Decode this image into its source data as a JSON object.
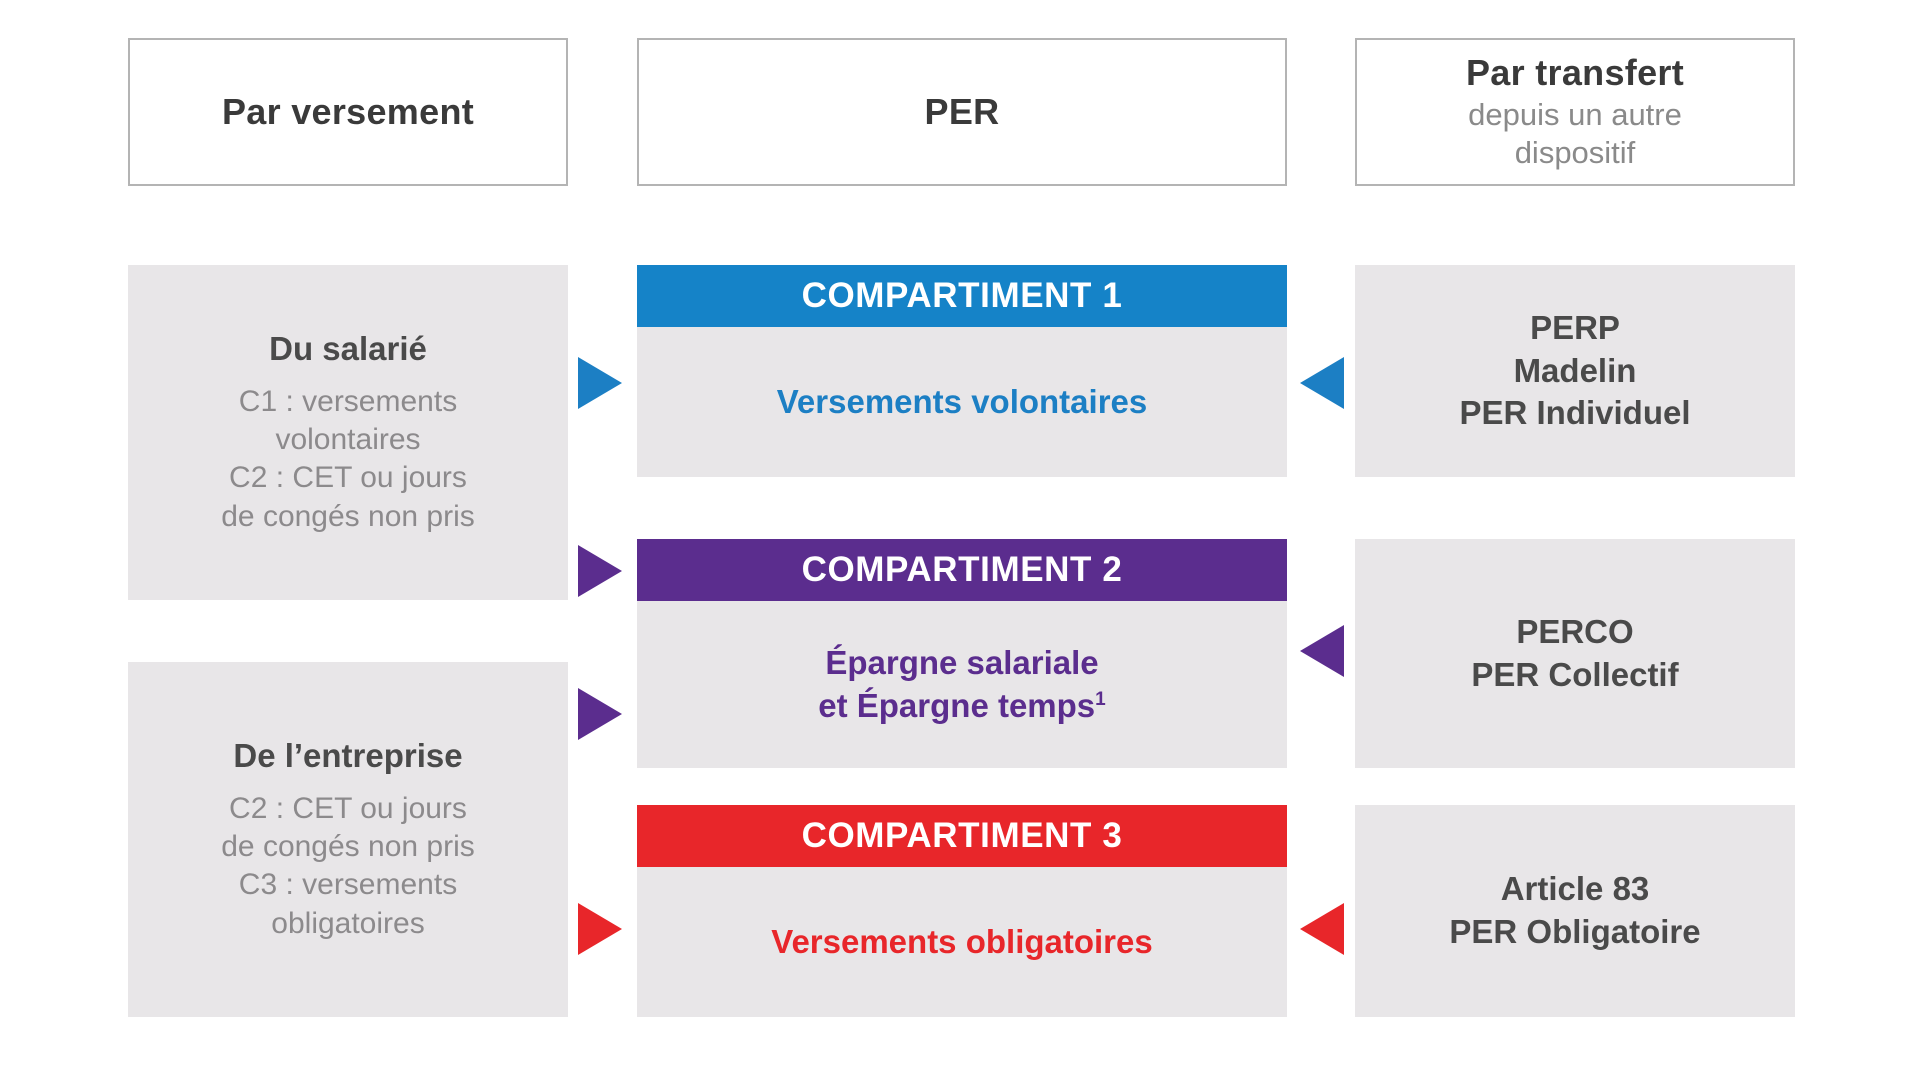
{
  "headers": [
    {
      "title": "Par versement",
      "sub": ""
    },
    {
      "title": "PER",
      "sub": ""
    },
    {
      "title": "Par transfert",
      "sub": "depuis un autre\ndispositif"
    }
  ],
  "left_panels": [
    {
      "title": "Du salarié",
      "lines": [
        "C1 : versements",
        "volontaires",
        "C2 : CET ou jours",
        "de congés non pris"
      ]
    },
    {
      "title": "De l’entreprise",
      "lines": [
        "C2 : CET ou jours",
        "de congés non pris",
        "C3 : versements",
        "obligatoires"
      ]
    }
  ],
  "compartments": [
    {
      "head_label": "COMPARTIMENT 1",
      "body_lines": [
        "Versements volontaires"
      ],
      "superscript": "",
      "color": "#1583C8",
      "body_text_color": "#1C7FC4"
    },
    {
      "head_label": "COMPARTIMENT 2",
      "body_lines": [
        "Épargne salariale",
        "et Épargne temps"
      ],
      "superscript": "1",
      "color": "#5B2D8E",
      "body_text_color": "#5B2D8E"
    },
    {
      "head_label": "COMPARTIMENT 3",
      "body_lines": [
        "Versements obligatoires"
      ],
      "superscript": "",
      "color": "#E8262A",
      "body_text_color": "#E8262A"
    }
  ],
  "right_panels": [
    {
      "lines": [
        "PERP",
        "Madelin",
        "PER Individuel"
      ]
    },
    {
      "lines": [
        "PERCO",
        "PER Collectif"
      ]
    },
    {
      "lines": [
        "Article 83",
        "PER Obligatoire"
      ]
    }
  ],
  "arrows": {
    "left": [
      {
        "name": "arrow-left-col-to-compartiment-1",
        "color": "#1C7FC4",
        "direction": "right"
      },
      {
        "name": "arrow-left-col-to-compartiment-2-a",
        "color": "#5B2D8E",
        "direction": "right"
      },
      {
        "name": "arrow-left-col-to-compartiment-2-b",
        "color": "#5B2D8E",
        "direction": "right"
      },
      {
        "name": "arrow-left-col-to-compartiment-3",
        "color": "#E8262A",
        "direction": "right"
      }
    ],
    "right": [
      {
        "name": "arrow-right-col-to-compartiment-1",
        "color": "#1C7FC4",
        "direction": "left"
      },
      {
        "name": "arrow-right-col-to-compartiment-2",
        "color": "#5B2D8E",
        "direction": "left"
      },
      {
        "name": "arrow-right-col-to-compartiment-3",
        "color": "#E8262A",
        "direction": "left"
      }
    ]
  },
  "palette": {
    "panel_grey": "#e8e6e8",
    "border_grey": "#b4b4b4",
    "title_dark": "#3a3a3a",
    "muted_grey": "#8c8a8c",
    "blue": "#1583C8",
    "purple": "#5B2D8E",
    "red": "#E8262A"
  }
}
